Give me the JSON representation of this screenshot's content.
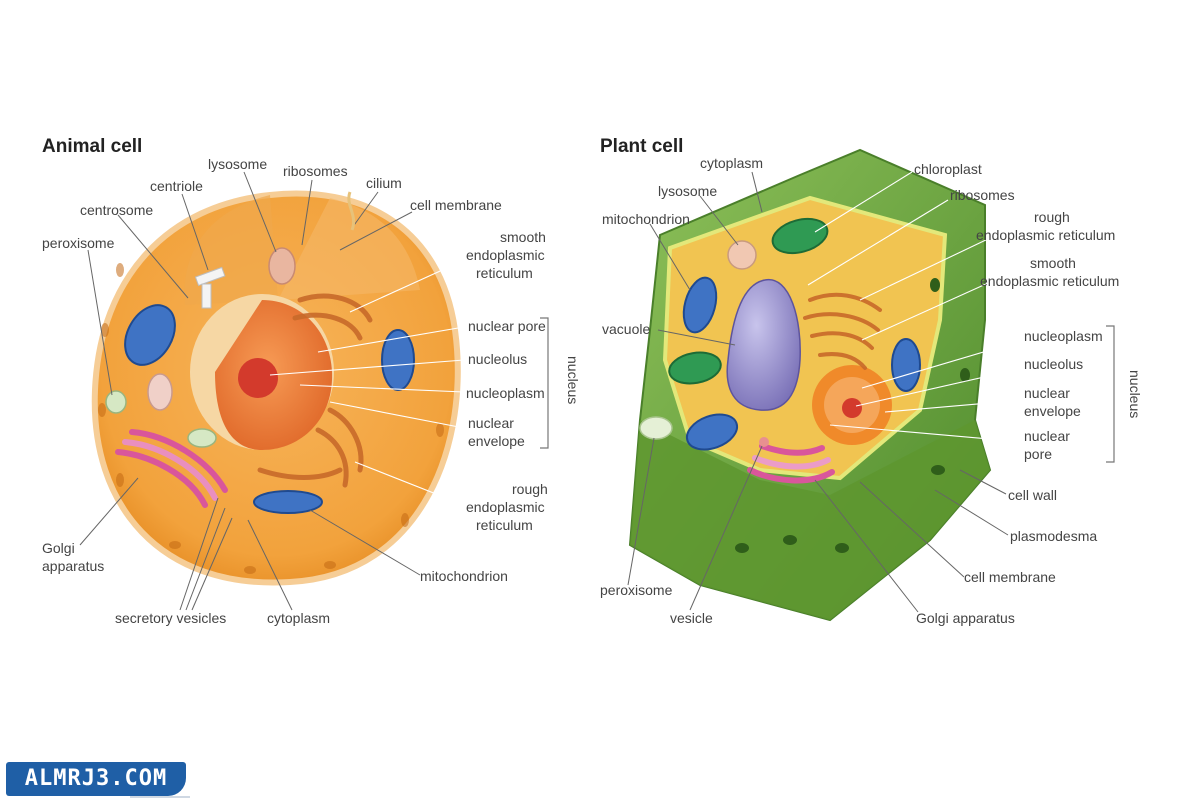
{
  "animal": {
    "title": "Animal cell",
    "labels": {
      "lysosome": "lysosome",
      "ribosomes": "ribosomes",
      "cilium": "cilium",
      "centriole": "centriole",
      "cell_membrane": "cell membrane",
      "centrosome": "centrosome",
      "smooth_er_1": "smooth",
      "smooth_er_2": "endoplasmic",
      "smooth_er_3": "reticulum",
      "peroxisome": "peroxisome",
      "nuclear_pore": "nuclear pore",
      "nucleolus": "nucleolus",
      "nucleoplasm": "nucleoplasm",
      "nuclear_envelope_1": "nuclear",
      "nuclear_envelope_2": "envelope",
      "nucleus": "nucleus",
      "rough_er_1": "rough",
      "rough_er_2": "endoplasmic",
      "rough_er_3": "reticulum",
      "golgi_1": "Golgi",
      "golgi_2": "apparatus",
      "mitochondrion": "mitochondrion",
      "secretory_vesicles": "secretory vesicles",
      "cytoplasm": "cytoplasm"
    }
  },
  "plant": {
    "title": "Plant cell",
    "labels": {
      "cytoplasm": "cytoplasm",
      "chloroplast": "chloroplast",
      "lysosome": "lysosome",
      "ribosomes": "ribosomes",
      "mitochondrion": "mitochondrion",
      "rough_er_1": "rough",
      "rough_er_2": "endoplasmic reticulum",
      "smooth_er_1": "smooth",
      "smooth_er_2": "endoplasmic reticulum",
      "vacuole": "vacuole",
      "nucleoplasm": "nucleoplasm",
      "nucleolus": "nucleolus",
      "nuclear_envelope_1": "nuclear",
      "nuclear_envelope_2": "envelope",
      "nuclear_pore_1": "nuclear",
      "nuclear_pore_2": "pore",
      "nucleus": "nucleus",
      "cell_wall": "cell wall",
      "plasmodesma": "plasmodesma",
      "cell_membrane": "cell membrane",
      "peroxisome": "peroxisome",
      "vesicle": "vesicle",
      "golgi": "Golgi apparatus"
    }
  },
  "watermark": "ALMRJ3.COM",
  "colors": {
    "animal_cytoplasm": "#f2a23c",
    "animal_membrane": "#f7c887",
    "plant_wall": "#6ea540",
    "plant_cytoplasm": "#f1c451",
    "vacuole": "#8e86c8",
    "mitochondrion": "#3f73c4",
    "golgi": "#d9569b",
    "nucleus": "#f08a2a",
    "watermark_bg": "#1f5fa6"
  }
}
